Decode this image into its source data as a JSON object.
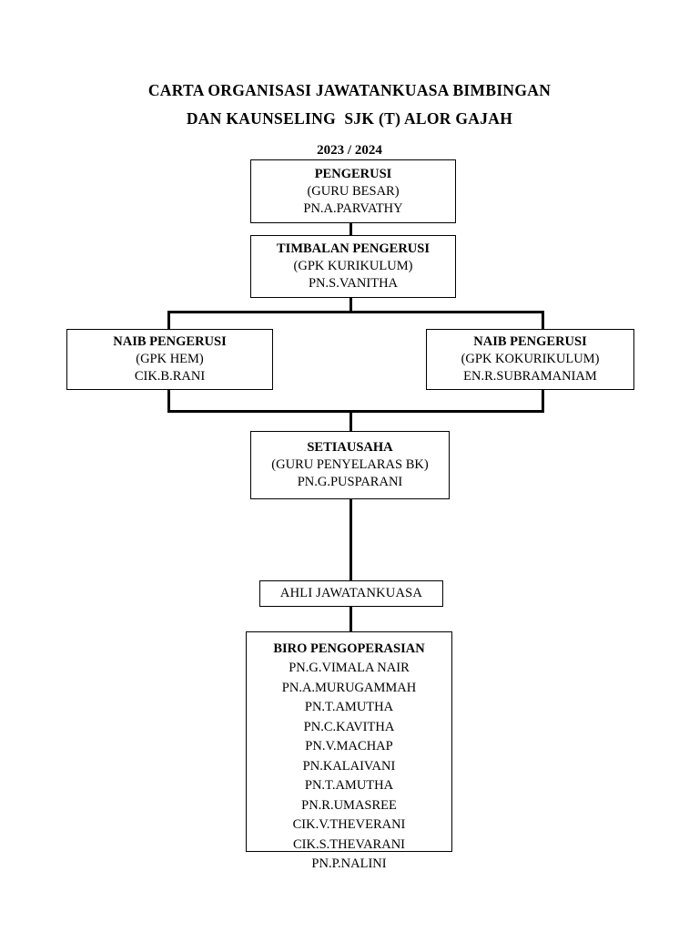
{
  "document": {
    "title_lines": [
      "CARTA ORGANISASI JAWATANKUASA BIMBINGAN",
      "DAN KAUNSELING  SJK (T) ALOR GAJAH"
    ],
    "year": "2023 / 2024"
  },
  "chart": {
    "pengerusi": {
      "role": "PENGERUSI",
      "sub": "(GURU BESAR)",
      "person": "PN.A.PARVATHY"
    },
    "timbalan_pengerusi": {
      "role": "TIMBALAN PENGERUSI",
      "sub": "(GPK KURIKULUM)",
      "person": "PN.S.VANITHA"
    },
    "naib_pengerusi_hem": {
      "role": "NAIB PENGERUSI",
      "sub": "(GPK HEM)",
      "person": "CIK.B.RANI"
    },
    "naib_pengerusi_koku": {
      "role": "NAIB PENGERUSI",
      "sub": "(GPK KOKURIKULUM)",
      "person": "EN.R.SUBRAMANIAM"
    },
    "setiausaha": {
      "role": "SETIAUSAHA",
      "sub": "(GURU PENYELARAS BK)",
      "person": "PN.G.PUSPARANI"
    },
    "ahli_jawatankuasa": {
      "role": "AHLI JAWATANKUASA"
    },
    "biro_pengoperasian": {
      "role": "BIRO PENGOPERASIAN",
      "members": [
        "PN.G.VIMALA NAIR",
        "PN.A.MURUGAMMAH",
        "PN.T.AMUTHA",
        "PN.C.KAVITHA",
        "PN.V.MACHAP",
        "PN.KALAIVANI",
        "PN.T.AMUTHA",
        "PN.R.UMASREE",
        "CIK.V.THEVERANI",
        "CIK.S.THEVARANI",
        "PN.P.NALINI"
      ]
    }
  },
  "colors": {
    "ink": "#000000",
    "page": "#ffffff"
  }
}
